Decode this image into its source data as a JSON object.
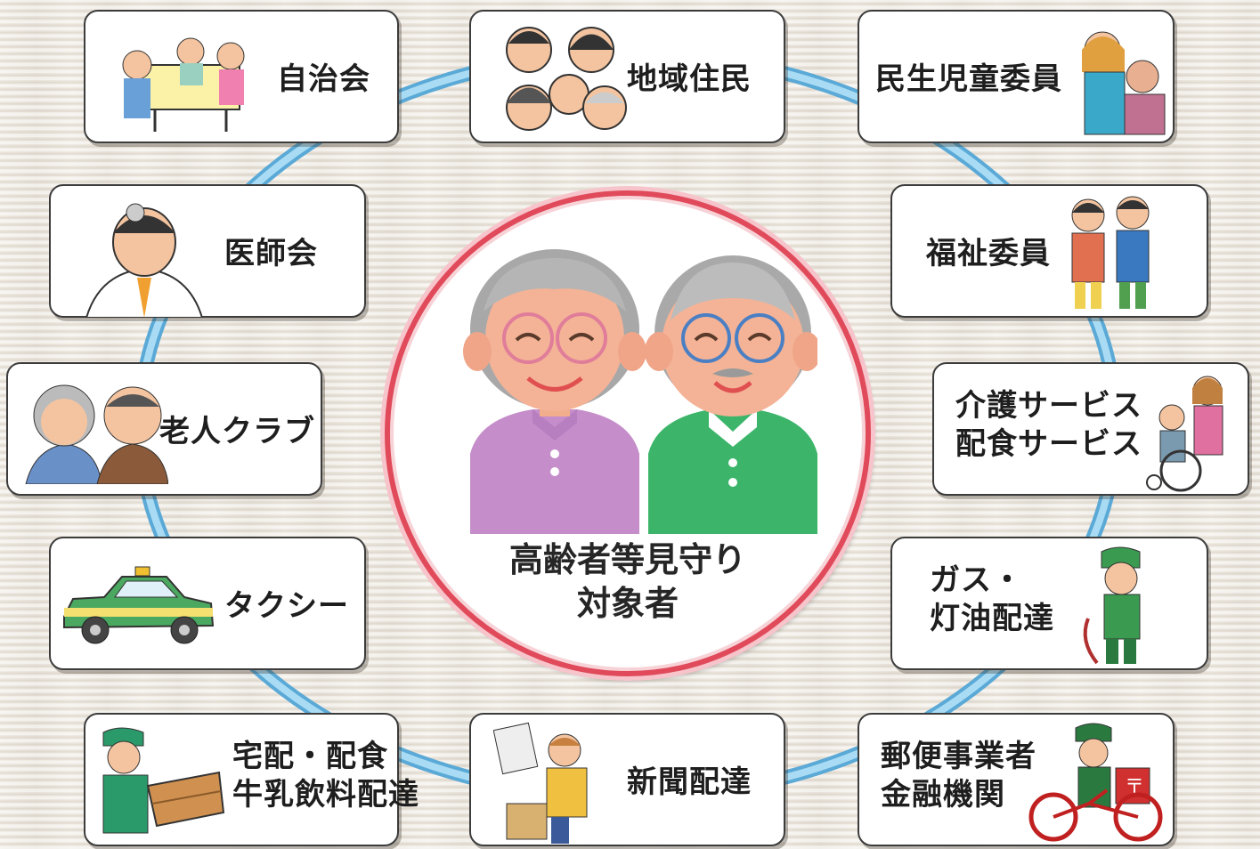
{
  "center": {
    "line1": "高齢者等見守り",
    "line2": "対象者"
  },
  "nodes": {
    "jichikai": {
      "label": "自治会",
      "icon": "meeting-people-icon"
    },
    "chiiki": {
      "label": "地域住民",
      "icon": "residents-faces-icon"
    },
    "minsei": {
      "label": "民生児童委員",
      "icon": "commissioner-icon"
    },
    "ishikai": {
      "label": "医師会",
      "icon": "doctor-icon"
    },
    "fukushi": {
      "label": "福祉委員",
      "icon": "welfare-couple-icon"
    },
    "roujin": {
      "label": "老人クラブ",
      "icon": "elderly-couple-icon"
    },
    "kaigo": {
      "line1": "介護サービス",
      "line2": "配食サービス",
      "icon": "wheelchair-icon"
    },
    "taxi": {
      "label": "タクシー",
      "icon": "taxi-icon"
    },
    "gas": {
      "line1": "ガス・",
      "line2": "灯油配達",
      "icon": "fuel-delivery-icon"
    },
    "takuhai": {
      "line1": "宅配・配食",
      "line2": "牛乳飲料配達",
      "icon": "parcel-delivery-icon"
    },
    "shinbun": {
      "label": "新聞配達",
      "icon": "newspaper-delivery-icon"
    },
    "yubin": {
      "line1": "郵便事業者",
      "line2": "金融機関",
      "icon": "postman-bicycle-icon"
    }
  },
  "colors": {
    "ring": "#7cc3e8",
    "center_border": "#e04a5a",
    "female_shirt": "#c58dc9",
    "male_shirt": "#3cb56a"
  }
}
